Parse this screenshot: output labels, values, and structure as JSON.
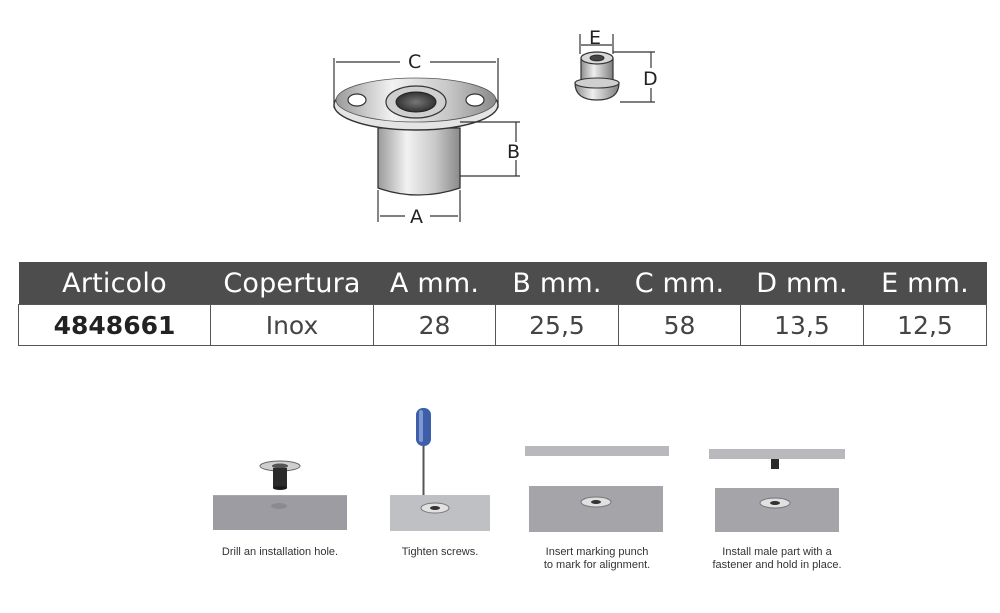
{
  "diagram": {
    "dim_labels": {
      "a": "A",
      "b": "B",
      "c": "C",
      "d": "D",
      "e": "E"
    }
  },
  "table": {
    "headers": [
      "Articolo",
      "Copertura",
      "A mm.",
      "B mm.",
      "C mm.",
      "D mm.",
      "E mm."
    ],
    "rows": [
      [
        "4848661",
        "Inox",
        "28",
        "25,5",
        "58",
        "13,5",
        "12,5"
      ]
    ]
  },
  "steps": [
    {
      "caption": "Drill an installation hole."
    },
    {
      "caption": "Tighten screws."
    },
    {
      "caption": "Insert marking punch\nto mark for alignment."
    },
    {
      "caption": "Install male part with a\nfastener and hold in place."
    }
  ]
}
